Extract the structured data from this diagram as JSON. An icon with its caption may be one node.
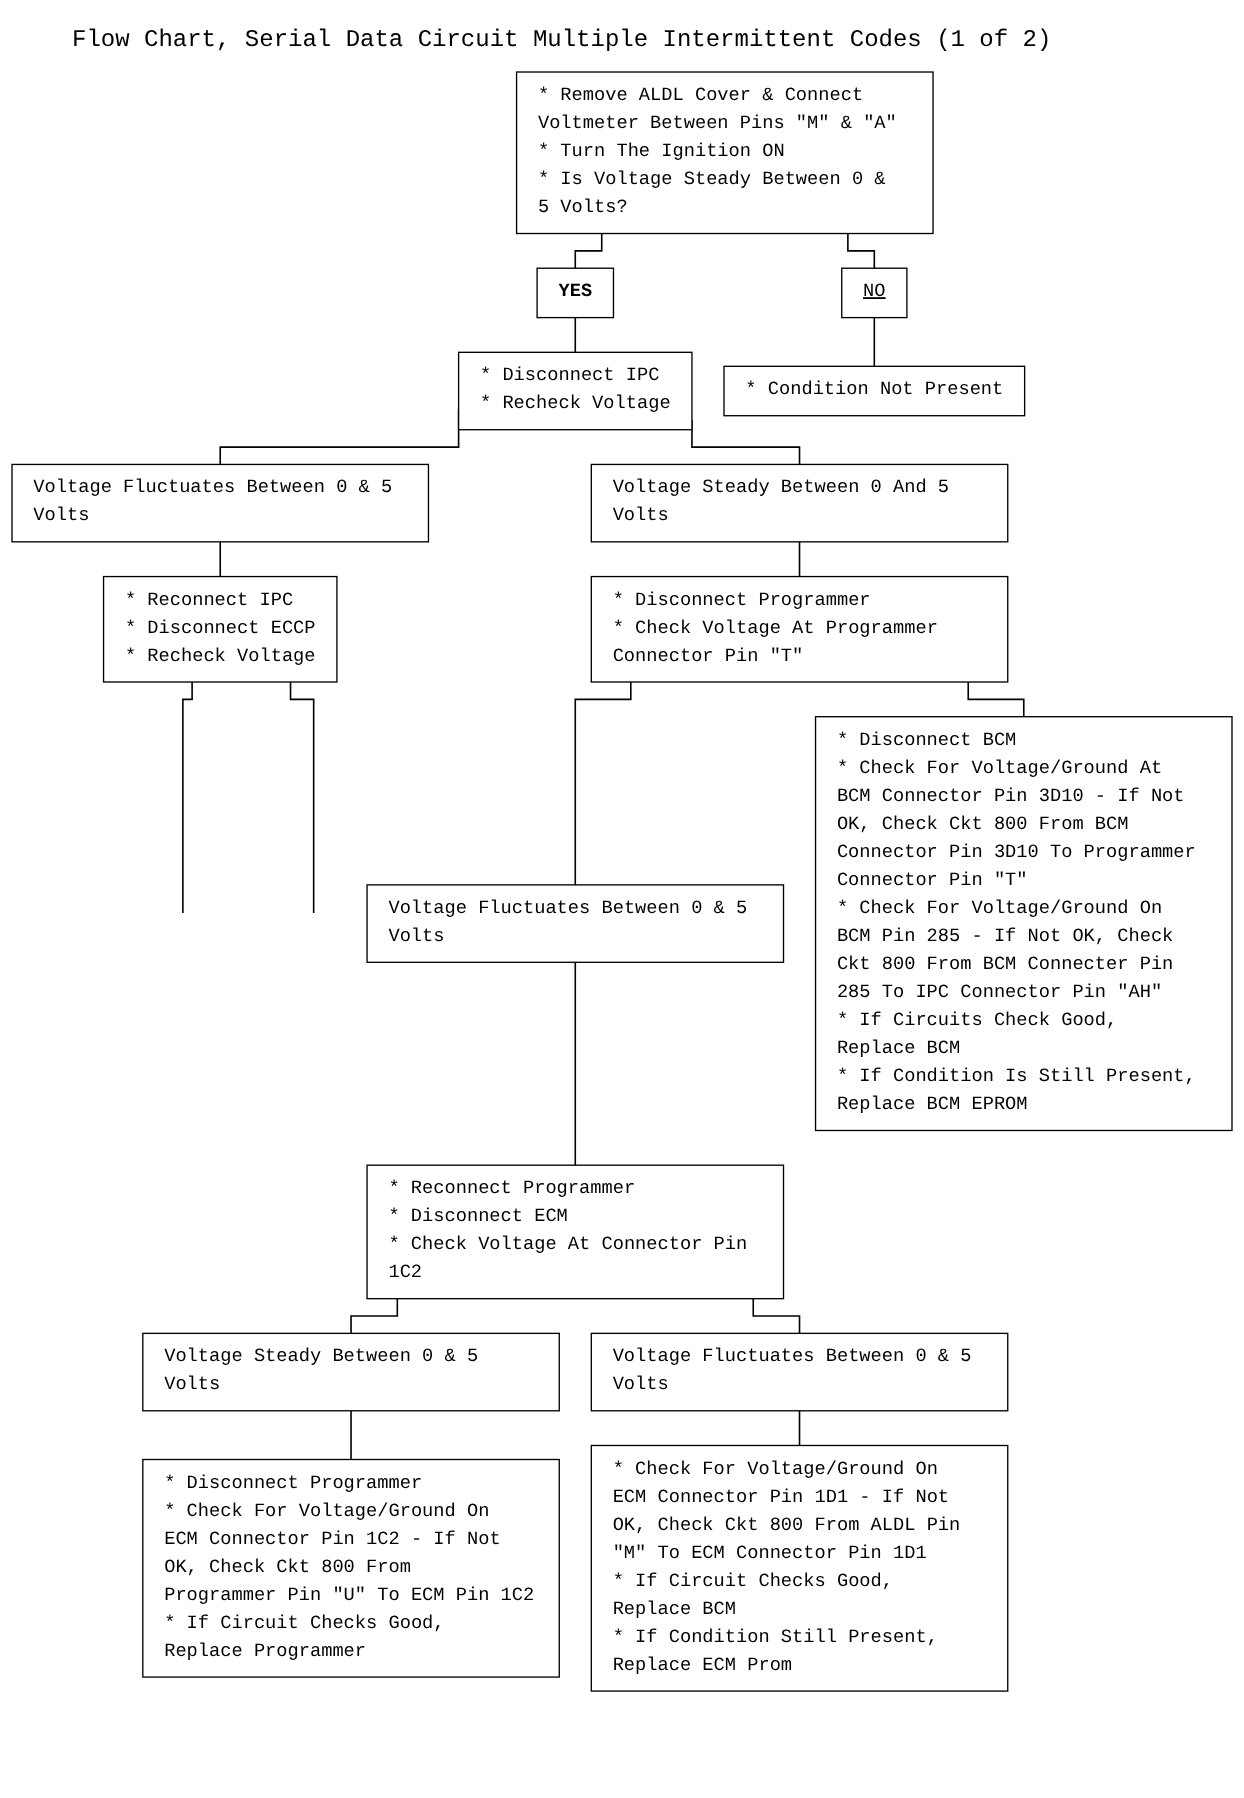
{
  "diagram": {
    "title": "Flow Chart, Serial Data Circuit Multiple Intermittent Codes (1 of 2)",
    "nodes": [
      {
        "text": [
          "* Remove ALDL Cover & Connect Voltmeter Between Pins \"M\" & \"A\"",
          "* Turn The Ignition ON",
          "* Is Voltage Steady Between 0 & 5 Volts?"
        ]
      },
      {
        "text": [
          "YES"
        ]
      },
      {
        "text": [
          "NO"
        ]
      },
      {
        "text": [
          "* Disconnect IPC",
          "* Recheck Voltage"
        ]
      },
      {
        "text": [
          "* Condition Not Present"
        ]
      },
      {
        "text": [
          "Voltage Fluctuates Between 0 & 5 Volts"
        ]
      },
      {
        "text": [
          "Voltage Steady Between 0 And 5 Volts"
        ]
      },
      {
        "text": [
          "* Reconnect IPC",
          "* Disconnect ECCP",
          "* Recheck Voltage"
        ]
      },
      {
        "text": [
          "* Disconnect Programmer",
          "* Check Voltage At Programmer Connector Pin \"T\""
        ]
      },
      {
        "text": [
          "Voltage Fluctuates Between 0 & 5 Volts"
        ]
      },
      {
        "text": [
          "* Disconnect BCM",
          "* Check For Voltage/Ground At BCM Connector Pin 3D10 - If Not OK, Check Ckt 800 From BCM Connector Pin 3D10 To Programmer Connector Pin \"T\"",
          "* Check For Voltage/Ground On BCM Pin 285 - If Not OK, Check Ckt 800 From BCM Connecter Pin 285 To IPC Connector Pin \"AH\"",
          "* If Circuits Check Good, Replace BCM",
          "* If Condition Is Still Present, Replace BCM EPROM"
        ]
      },
      {
        "text": [
          "* Reconnect Programmer",
          "* Disconnect ECM",
          "* Check Voltage At Connector Pin 1C2"
        ]
      },
      {
        "text": [
          "Voltage Steady Between 0 & 5 Volts"
        ]
      },
      {
        "text": [
          "Voltage Fluctuates Between 0 & 5 Volts"
        ]
      },
      {
        "text": [
          "* Disconnect Programmer",
          "* Check For Voltage/Ground On ECM Connector Pin 1C2 - If Not OK, Check Ckt 800 From Programmer Pin \"U\" To ECM Pin 1C2",
          "* If Circuit Checks Good, Replace Programmer"
        ]
      },
      {
        "text": [
          "* Check For Voltage/Ground On ECM Connector Pin 1D1 - If Not OK, Check Ckt 800 From ALDL Pin \"M\" To ECM Connector Pin 1D1",
          "* If Circuit Checks Good, Replace BCM",
          "* If Condition Still Present, Replace ECM Prom"
        ]
      }
    ],
    "edges": [
      {
        "from": 0,
        "to": 1,
        "arrow": "none"
      },
      {
        "from": 0,
        "to": 2,
        "arrow": "none"
      },
      {
        "from": 1,
        "to": 3,
        "arrow": "none"
      },
      {
        "from": 2,
        "to": 4,
        "arrow": "none"
      },
      {
        "from": 3,
        "to": 5,
        "arrow": "none"
      },
      {
        "from": 3,
        "to": 6,
        "arrow": "none"
      },
      {
        "from": 5,
        "to": 7,
        "arrow": "none"
      },
      {
        "from": 6,
        "to": 8,
        "arrow": "none"
      },
      {
        "from": 8,
        "to": 9,
        "arrow": "none"
      },
      {
        "from": 8,
        "to": 10,
        "arrow": "none"
      },
      {
        "from": 9,
        "to": 11,
        "arrow": "none"
      },
      {
        "from": 11,
        "to": 12,
        "arrow": "none"
      },
      {
        "from": 11,
        "to": 13,
        "arrow": "none"
      },
      {
        "from": 12,
        "to": 14,
        "arrow": "none"
      },
      {
        "from": 13,
        "to": 15,
        "arrow": "none"
      },
      {
        "from": 7,
        "to": null,
        "arrow": "none"
      },
      {
        "from": 7,
        "to": null,
        "arrow": "none"
      }
    ]
  }
}
